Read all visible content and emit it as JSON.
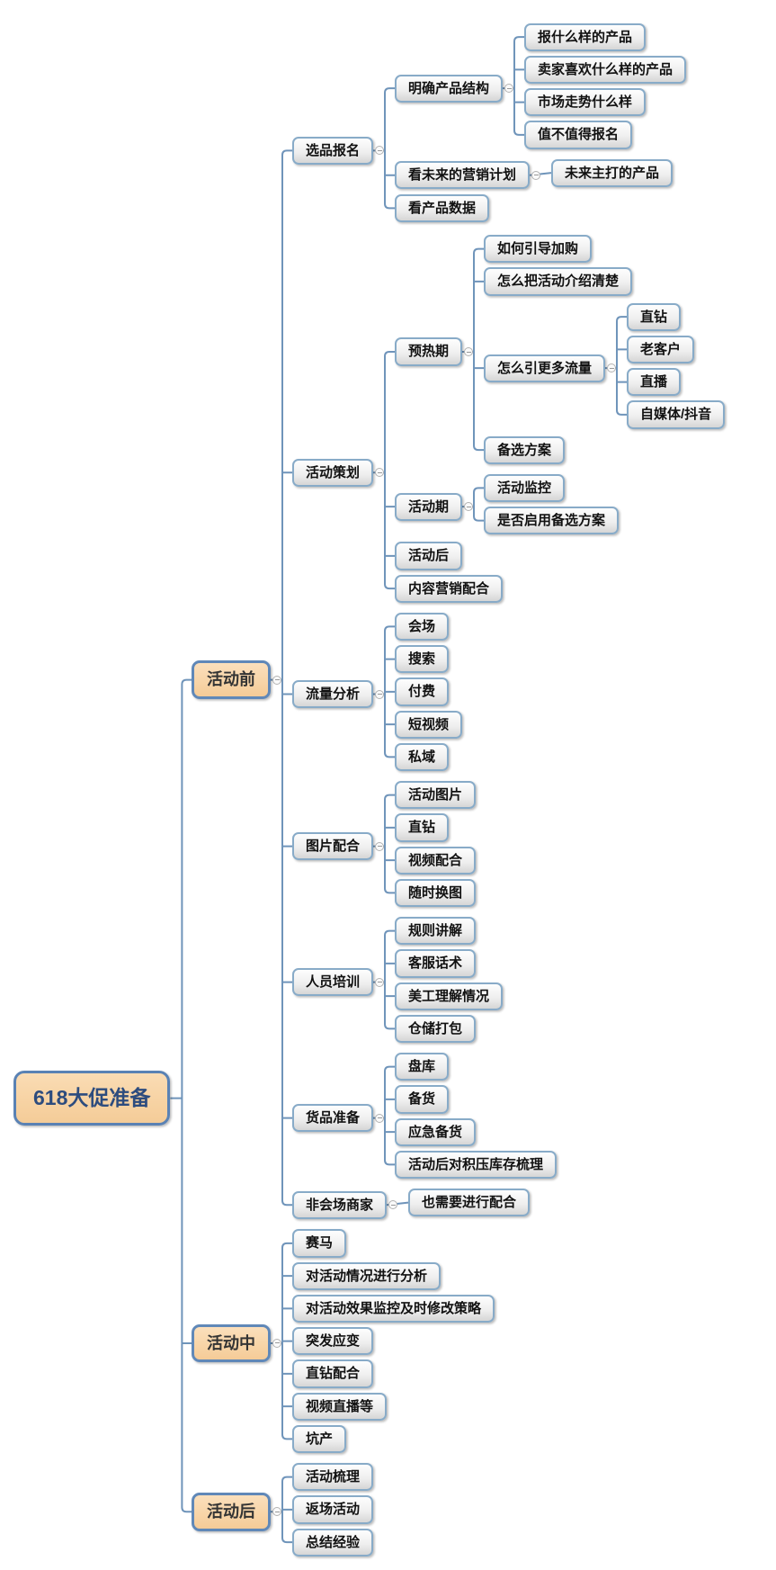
{
  "meta": {
    "diagram_type": "mindmap",
    "background": "#ffffff"
  },
  "colors": {
    "connector_line": "#6f94ba",
    "root_fill": "#f7d3a4",
    "root_border": "#5a82b4",
    "root_text": "#2d4c7e",
    "primary_fill": "#f8d5a8",
    "primary_border": "#6088b8",
    "primary_text": "#343434",
    "node_fill_top": "#fefefe",
    "node_fill_bottom": "#d6d6d6",
    "node_border": "#88abc8",
    "node_text": "#111111",
    "collapse_icon_border": "#b2b2b2",
    "collapse_icon_fill": "#fafafa"
  },
  "icons": {
    "collapse": "minus-circle-icon"
  },
  "tree": {
    "label": "618大促准备",
    "children": [
      {
        "label": "活动前",
        "children": [
          {
            "label": "选品报名",
            "children": [
              {
                "label": "明确产品结构",
                "children": [
                  {
                    "label": "报什么样的产品"
                  },
                  {
                    "label": "卖家喜欢什么样的产品"
                  },
                  {
                    "label": "市场走势什么样"
                  },
                  {
                    "label": "值不值得报名"
                  }
                ]
              },
              {
                "label": "看未来的营销计划",
                "children": [
                  {
                    "label": "未来主打的产品"
                  }
                ]
              },
              {
                "label": "看产品数据"
              }
            ]
          },
          {
            "label": "活动策划",
            "children": [
              {
                "label": "预热期",
                "children": [
                  {
                    "label": "如何引导加购"
                  },
                  {
                    "label": "怎么把活动介绍清楚"
                  },
                  {
                    "label": "怎么引更多流量",
                    "children": [
                      {
                        "label": "直钻"
                      },
                      {
                        "label": "老客户"
                      },
                      {
                        "label": "直播"
                      },
                      {
                        "label": "自媒体/抖音"
                      }
                    ]
                  },
                  {
                    "label": "备选方案"
                  }
                ]
              },
              {
                "label": "活动期",
                "children": [
                  {
                    "label": "活动监控"
                  },
                  {
                    "label": "是否启用备选方案"
                  }
                ]
              },
              {
                "label": "活动后"
              },
              {
                "label": "内容营销配合"
              }
            ]
          },
          {
            "label": "流量分析",
            "children": [
              {
                "label": "会场"
              },
              {
                "label": "搜索"
              },
              {
                "label": "付费"
              },
              {
                "label": "短视频"
              },
              {
                "label": "私域"
              }
            ]
          },
          {
            "label": "图片配合",
            "children": [
              {
                "label": "活动图片"
              },
              {
                "label": "直钻"
              },
              {
                "label": "视频配合"
              },
              {
                "label": "随时换图"
              }
            ]
          },
          {
            "label": "人员培训",
            "children": [
              {
                "label": "规则讲解"
              },
              {
                "label": "客服话术"
              },
              {
                "label": "美工理解情况"
              },
              {
                "label": "仓储打包"
              }
            ]
          },
          {
            "label": "货品准备",
            "children": [
              {
                "label": "盘库"
              },
              {
                "label": "备货"
              },
              {
                "label": "应急备货"
              },
              {
                "label": "活动后对积压库存梳理"
              }
            ]
          },
          {
            "label": "非会场商家",
            "children": [
              {
                "label": "也需要进行配合"
              }
            ]
          }
        ]
      },
      {
        "label": "活动中",
        "children": [
          {
            "label": "赛马"
          },
          {
            "label": "对活动情况进行分析"
          },
          {
            "label": "对活动效果监控及时修改策略"
          },
          {
            "label": "突发应变"
          },
          {
            "label": "直钻配合"
          },
          {
            "label": "视频直播等"
          },
          {
            "label": "坑产"
          }
        ]
      },
      {
        "label": "活动后",
        "children": [
          {
            "label": "活动梳理"
          },
          {
            "label": "返场活动"
          },
          {
            "label": "总结经验"
          }
        ]
      }
    ]
  }
}
